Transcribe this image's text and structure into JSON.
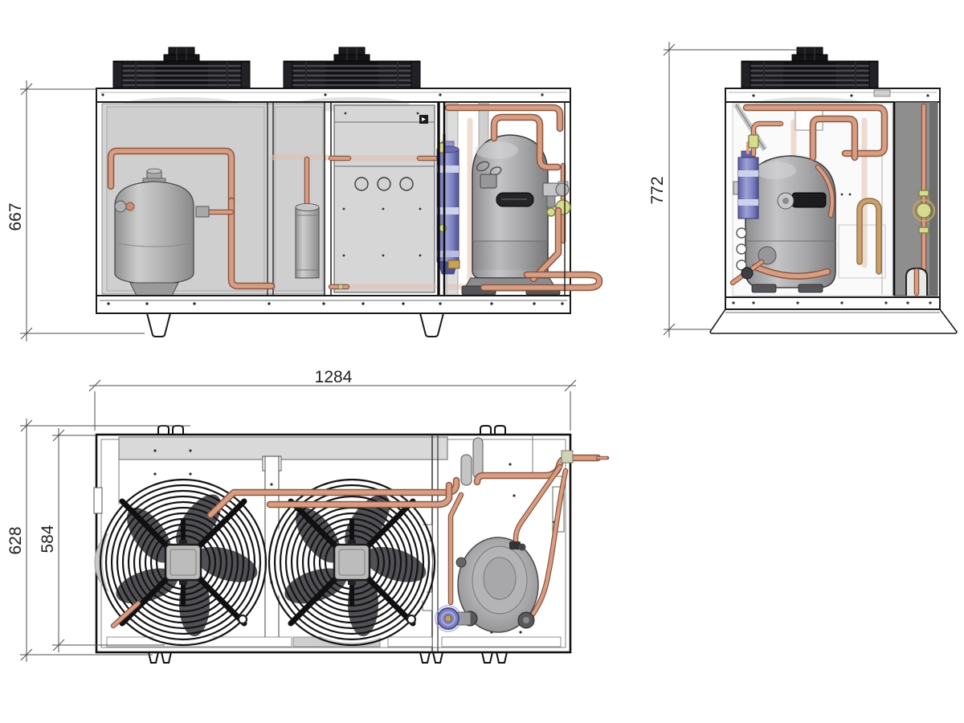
{
  "drawing_type": "condensing-unit-general-arrangement",
  "views": {
    "front": {
      "name": "front-elevation"
    },
    "side": {
      "name": "side-elevation"
    },
    "top": {
      "name": "plan-view"
    }
  },
  "dimensions": {
    "front_height": "667",
    "side_height": "772",
    "top_width": "1284",
    "top_depth_overall": "628",
    "top_depth_inner": "584"
  },
  "colors": {
    "copper_pipe": "#d89e83",
    "copper_outline": "#8a553f",
    "panel_gray": "#d4d4d4",
    "dark_panel": "#8e8e8e",
    "drier_blue": "#7e82c2",
    "sight_glass_yellow": "#d7db8e",
    "fan_black": "#18181b",
    "component_gray": "#b3b3b3"
  }
}
